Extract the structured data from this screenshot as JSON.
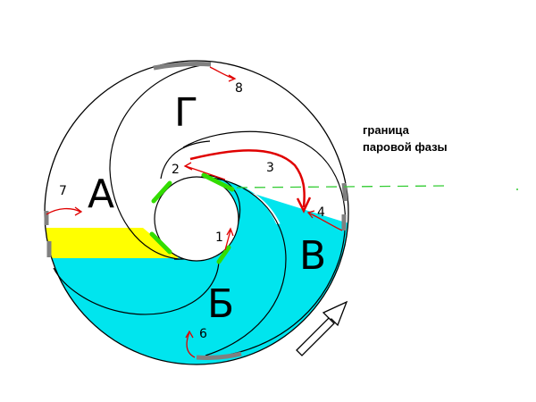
{
  "labels": {
    "chamber_g": "Г",
    "chamber_a": "А",
    "chamber_b": "Б",
    "chamber_v": "В"
  },
  "numbers": {
    "n1": "1",
    "n2": "2",
    "n3": "3",
    "n4": "4",
    "n6": "6",
    "n7": "7",
    "n8": "8"
  },
  "annotation": {
    "line1": "граница",
    "line2": "паровой фазы"
  },
  "colors": {
    "liquid": "#00e5ee",
    "yellow_layer": "#ffff00",
    "arrow_red": "#e00000",
    "green_seal": "#33dd00",
    "gray_port": "#808080",
    "outline": "#000000"
  }
}
